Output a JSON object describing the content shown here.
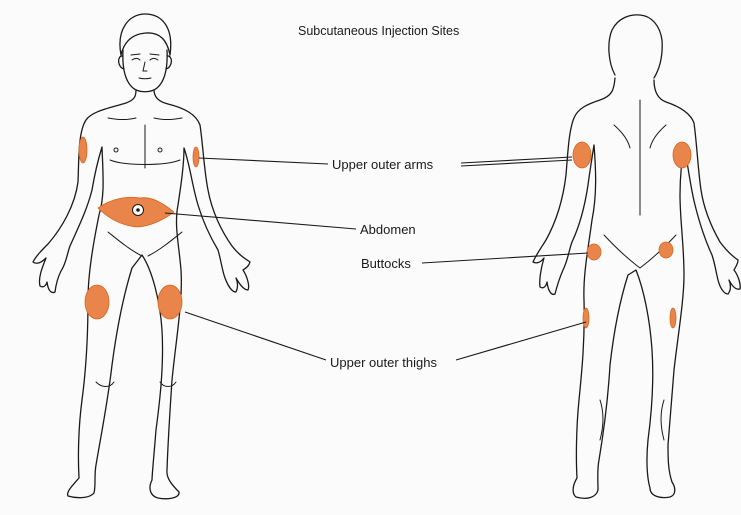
{
  "title": "Subcutaneous Injection Sites",
  "labels": {
    "arms": "Upper outer arms",
    "abdomen": "Abdomen",
    "buttocks": "Buttocks",
    "thighs": "Upper outer thighs"
  },
  "colors": {
    "site_fill": "#e9844a",
    "site_stroke": "#d5661f",
    "outline": "#1a1a1a",
    "background": "#fbfbfb"
  }
}
